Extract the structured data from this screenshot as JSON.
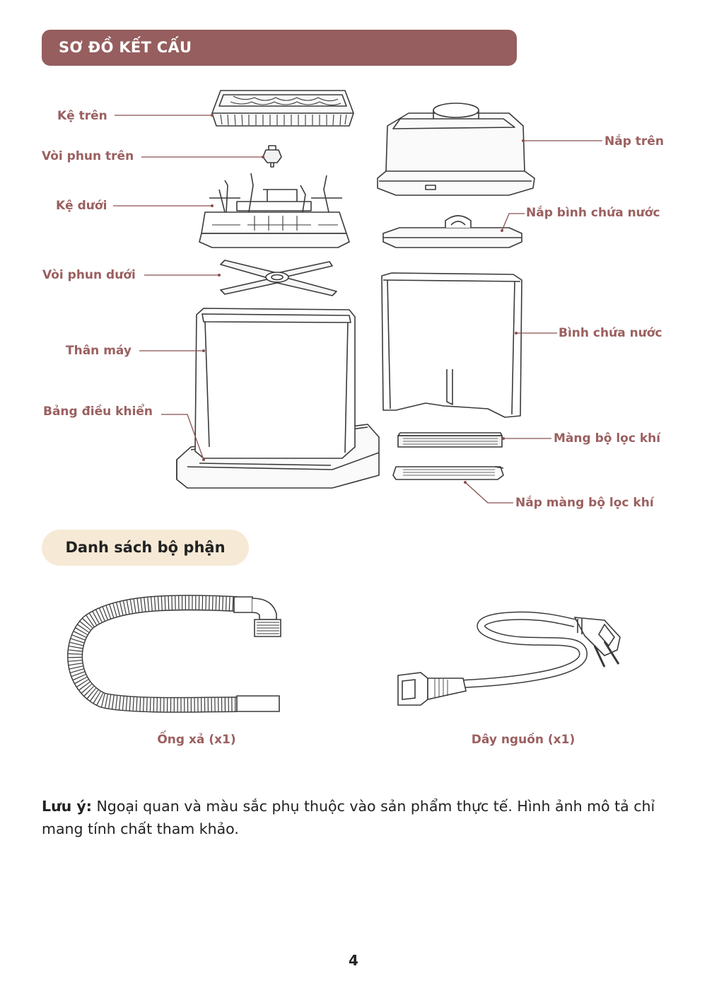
{
  "header": {
    "title": "SƠ ĐỒ KẾT CẤU"
  },
  "diagram": {
    "callouts": {
      "ke_tren": "Kệ trên",
      "voi_phun_tren": "Vòi phun trên",
      "ke_duoi": "Kệ dưới",
      "voi_phun_duoi": "Vòi phun dưới",
      "than_may": "Thân máy",
      "bang_dieu_khien": "Bảng điều khiển",
      "nap_tren": "Nắp trên",
      "nap_binh_chua_nuoc": "Nắp bình chứa nước",
      "binh_chua_nuoc": "Bình chứa nước",
      "mang_bo_loc_khi": "Màng bộ lọc khí",
      "nap_mang_bo_loc_khi": "Nắp màng bộ lọc khí"
    }
  },
  "parts": {
    "title": "Danh sách bộ phận",
    "items": [
      {
        "label": "Ống xả (x1)",
        "icon": "drain-hose-icon"
      },
      {
        "label": "Dây nguồn (x1)",
        "icon": "power-cord-icon"
      }
    ]
  },
  "note": {
    "label": "Lưu ý:",
    "text": " Ngoại quan và màu sắc phụ thuộc vào sản phẩm thực tế. Hình ảnh mô tả chỉ mang tính chất tham khảo."
  },
  "page": {
    "number": "4"
  },
  "colors": {
    "banner": "#965e5e",
    "callout_text": "#9b5f5f",
    "pill": "#f6ead6",
    "leader_line": "#8a4f4f",
    "line_art": "#3a3a3a"
  }
}
